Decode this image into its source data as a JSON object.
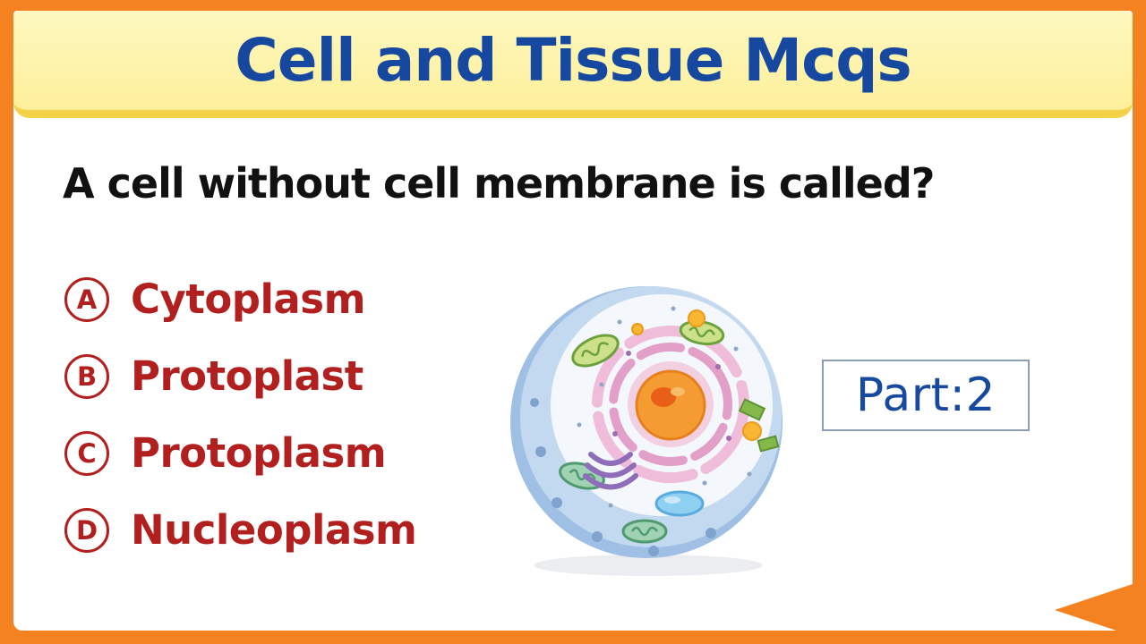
{
  "header": {
    "title": "Cell and Tissue Mcqs"
  },
  "question": {
    "text": "A cell without cell membrane is called?"
  },
  "options": [
    {
      "letter": "A",
      "label": "Cytoplasm"
    },
    {
      "letter": "B",
      "label": "Protoplast"
    },
    {
      "letter": "C",
      "label": "Protoplasm"
    },
    {
      "letter": "D",
      "label": "Nucleoplasm"
    }
  ],
  "part_badge": {
    "text": "Part:2"
  },
  "icons": {
    "corner_arrow": "left-pointing-triangle",
    "cell_illustration": "animal-cell-diagram"
  },
  "colors": {
    "border_orange": "#f58220",
    "banner_yellow_top": "#fdf8c0",
    "banner_yellow_bottom": "#fdef9a",
    "banner_edge": "#f3d24a",
    "title_blue": "#1648a0",
    "question_color": "#111111",
    "option_red": "#b21f1f",
    "part_blue": "#17499e",
    "badge_border": "#8f9fb3"
  }
}
